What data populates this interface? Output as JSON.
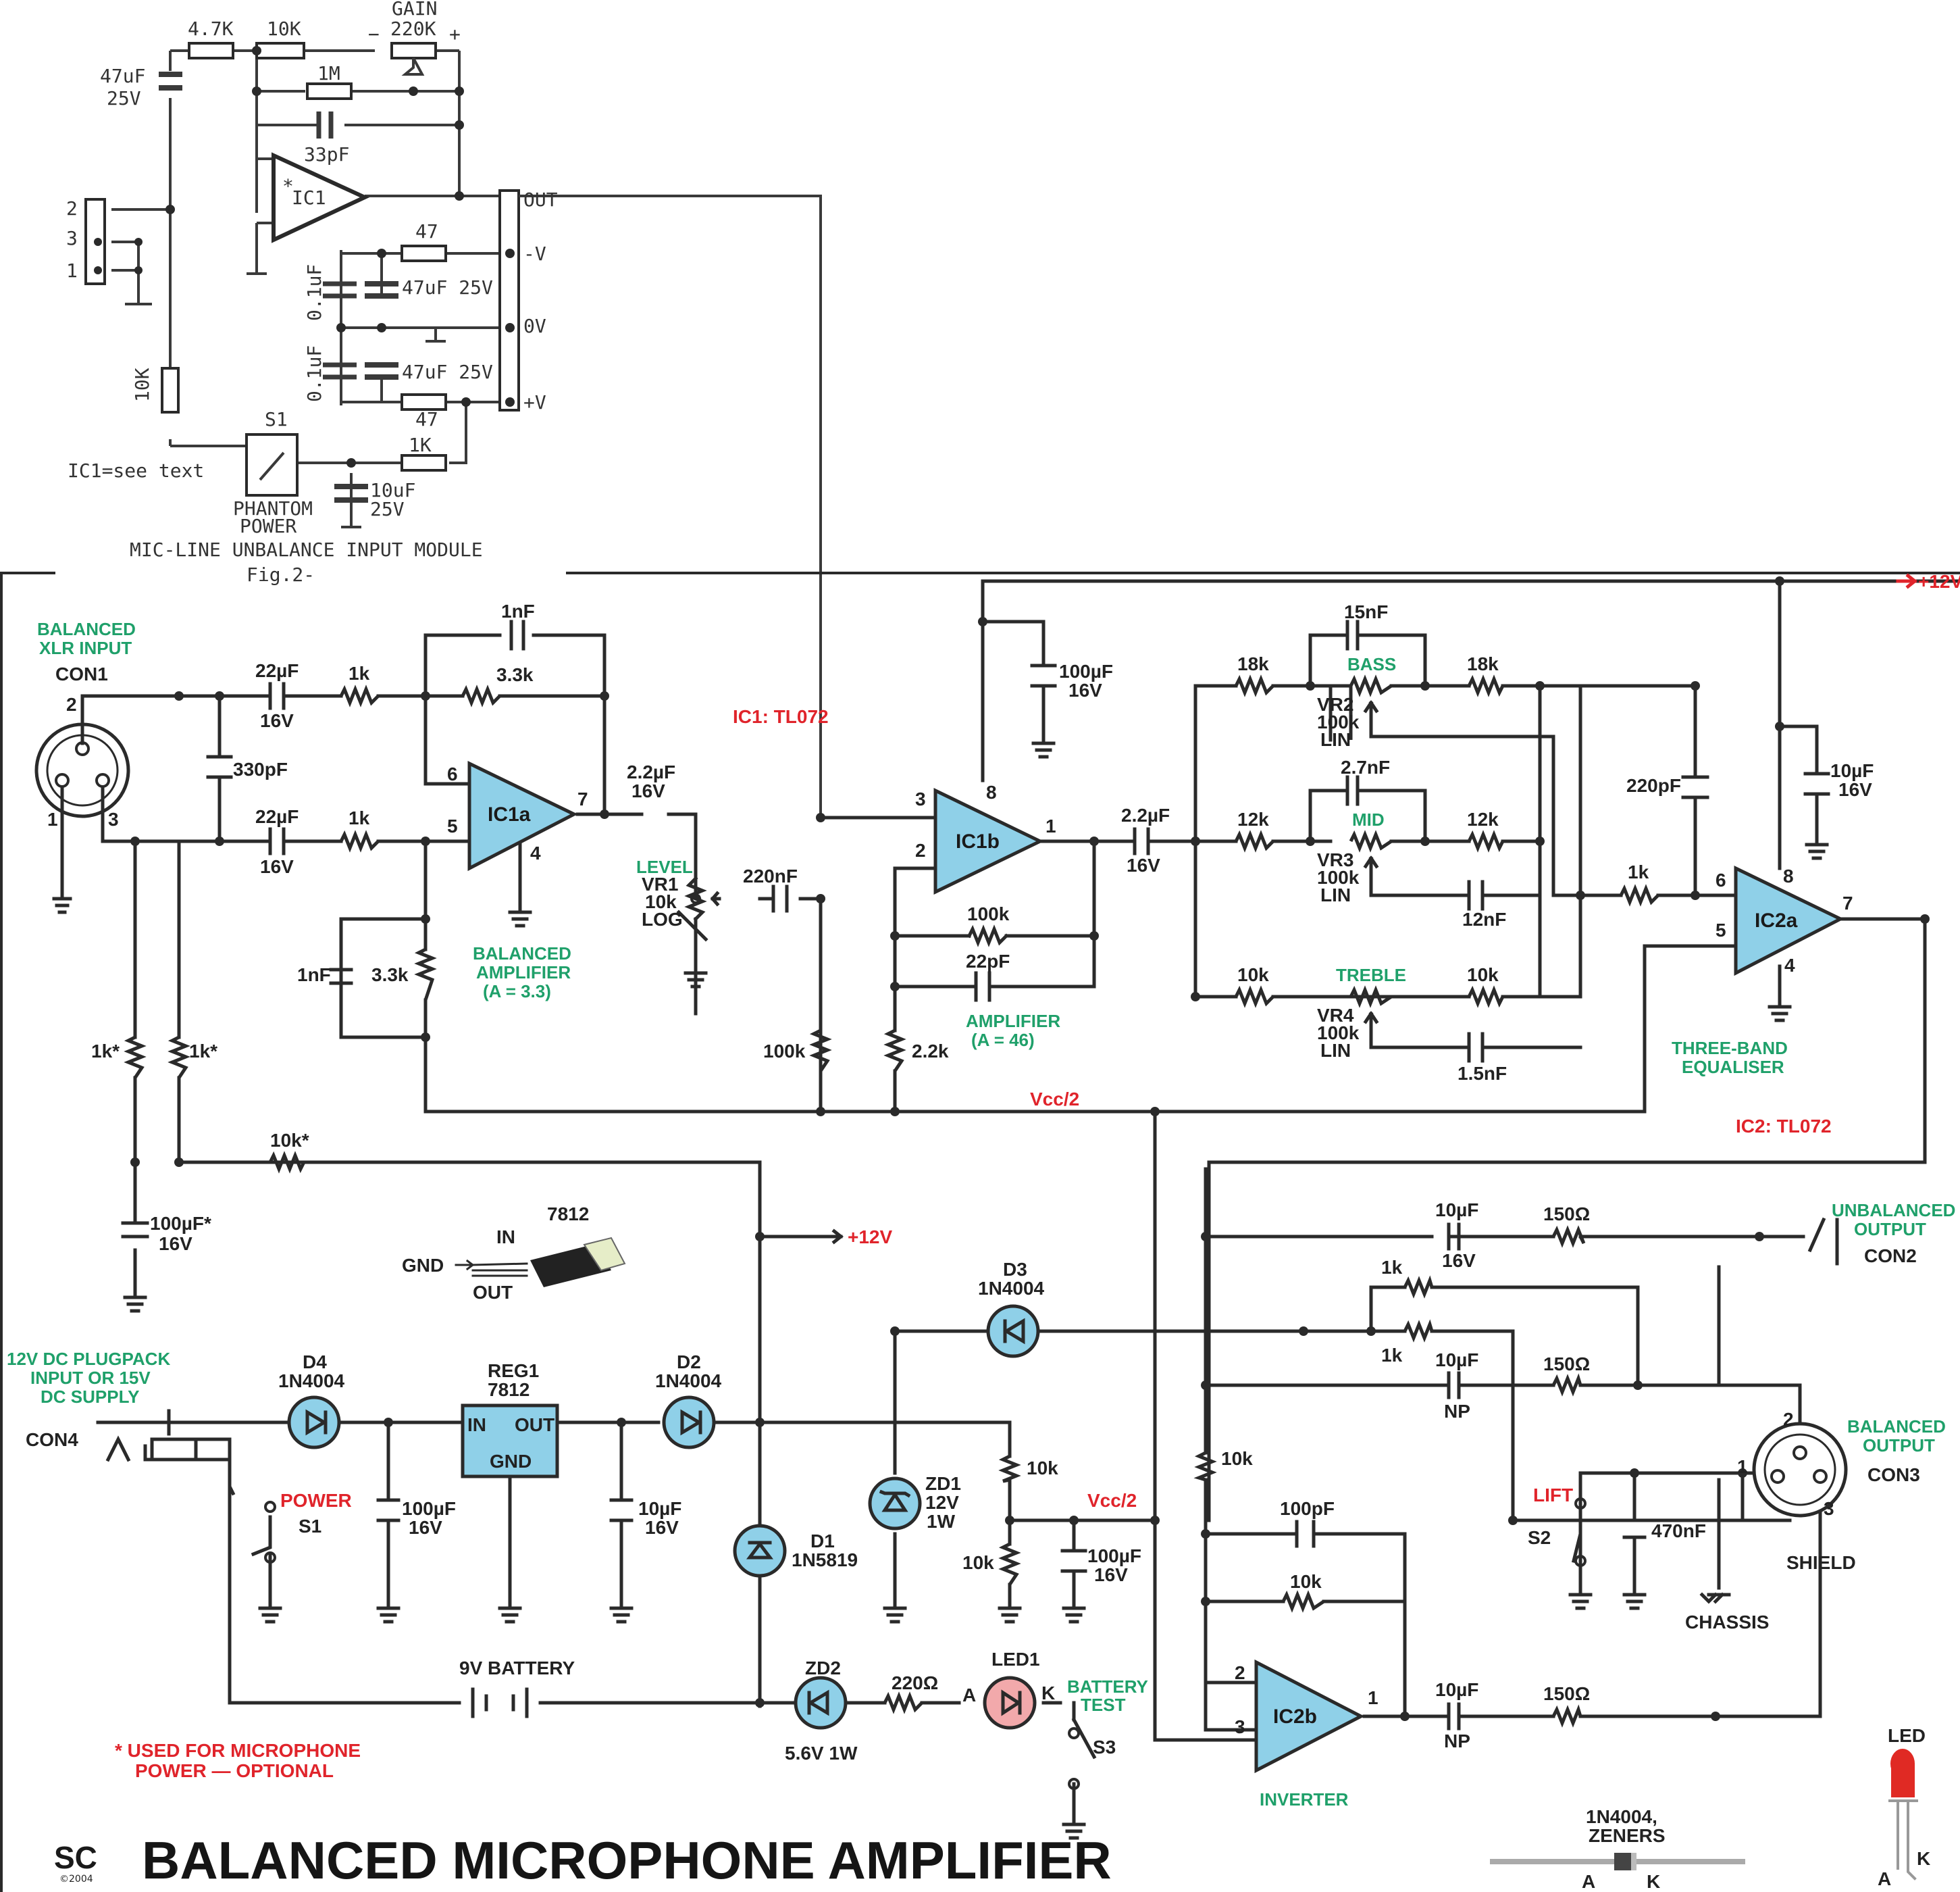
{
  "fig2": {
    "r_4k7": "4.7K",
    "r_10k_a": "10K",
    "gain_label": "GAIN",
    "gain_value": "220K",
    "c_in_value": "47uF",
    "c_in_voltage": "25V",
    "r_1m": "1M",
    "c_33pf": "33pF",
    "ic1": "IC1",
    "ic1_star": "*",
    "out": "OUT",
    "r_47a": "47",
    "neg_v": "-V",
    "c_47uf_a": "47uF 25V",
    "c_01uf_a": "0.1uF",
    "zero_v": "0V",
    "c_01uf_b": "0.1uF",
    "c_47uf_b": "47uF 25V",
    "r_47b": "47",
    "pos_v": "+V",
    "pin2": "2",
    "pin3": "3",
    "pin1": "1",
    "r_10k_b": "10K",
    "s1": "S1",
    "r_1k": "1K",
    "ic1_note": "IC1=see text",
    "phantom": "PHANTOM",
    "power": "POWER",
    "c_10uf": "10uF",
    "c_10uf_v": "25V",
    "caption": "MIC-LINE UNBALANCE INPUT MODULE",
    "fig": "Fig.2-",
    "plus": "+",
    "minus": "−"
  },
  "main": {
    "xlr_in_1": "BALANCED",
    "xlr_in_2": "XLR INPUT",
    "con1": "CON1",
    "xlr_p2": "2",
    "xlr_p1": "1",
    "xlr_p3": "3",
    "c22a": "22µF",
    "c22a_v": "16V",
    "c22b": "22µF",
    "c22b_v": "16V",
    "c330": "330pF",
    "r1ka": "1k",
    "r1kb": "1k",
    "c1nf_fb": "1nF",
    "r3k3_fb": "3.3k",
    "ic1a": "IC1a",
    "ic1a_p6": "6",
    "ic1a_p5": "5",
    "ic1a_p7": "7",
    "ic1a_p4": "4",
    "c1nf_b": "1nF",
    "r3k3_b": "3.3k",
    "bal_amp_1": "BALANCED",
    "bal_amp_2": "AMPLIFIER",
    "bal_amp_3": "(A = 3.3)",
    "c22uf_out": "2.2µF",
    "c22uf_out_v": "16V",
    "level": "LEVEL",
    "vr1": "VR1",
    "vr1_val": "10k",
    "vr1_log": "LOG",
    "c220nf": "220nF",
    "ic1_type": "IC1: TL072",
    "r1k_star_a": "1k*",
    "r1k_star_b": "1k*",
    "r100k": "100k",
    "r2k2": "2.2k",
    "r10k_star": "10k*",
    "c100uf_star": "100µF*",
    "c100uf_star_v": "16V",
    "ic1b": "IC1b",
    "ic1b_p3": "3",
    "ic1b_p2": "2",
    "ic1b_p8": "8",
    "ic1b_p1": "1",
    "c100uf_top": "100µF",
    "c100uf_top_v": "16V",
    "r100k_fb": "100k",
    "c22pf": "22pF",
    "amp_1": "AMPLIFIER",
    "amp_2": "(A = 46)",
    "vcc2": "Vcc/2",
    "c22uf_b": "2.2µF",
    "c22uf_b_v": "16V",
    "r18k_a": "18k",
    "r18k_b": "18k",
    "c15nf": "15nF",
    "bass": "BASS",
    "vr2": "VR2",
    "vr2_val": "100k",
    "vr2_lin": "LIN",
    "r12k_a": "12k",
    "r12k_b": "12k",
    "c27nf": "2.7nF",
    "mid": "MID",
    "vr3": "VR3",
    "vr3_val": "100k",
    "vr3_lin": "LIN",
    "c12nf": "12nF",
    "r10k_t_a": "10k",
    "r10k_t_b": "10k",
    "treble": "TREBLE",
    "vr4": "VR4",
    "vr4_val": "100k",
    "vr4_lin": "LIN",
    "c15nf_b": "1.5nF",
    "c220pf": "220pF",
    "c10uf_eq": "10µF",
    "c10uf_eq_v": "16V",
    "r1k_eq": "1k",
    "ic2a": "IC2a",
    "ic2a_p6": "6",
    "ic2a_p5": "5",
    "ic2a_p8": "8",
    "ic2a_p7": "7",
    "ic2a_p4": "4",
    "eq_1": "THREE-BAND",
    "eq_2": "EQUALISER",
    "ic2_type": "IC2: TL072",
    "plus12_top": "+12V",
    "reg_7812": "7812",
    "reg_in": "IN",
    "reg_gnd": "GND",
    "reg_out": "OUT",
    "plus12_mid": "+12V",
    "dc_1": "12V DC PLUGPACK",
    "dc_2": "INPUT OR 15V",
    "dc_3": "DC SUPPLY",
    "con4": "CON4",
    "d4": "D4",
    "d4_type": "1N4004",
    "reg1": "REG1",
    "reg1_type": "7812",
    "reg1_in": "IN",
    "reg1_out": "OUT",
    "reg1_gnd": "GND",
    "d2": "D2",
    "d2_type": "1N4004",
    "d3": "D3",
    "d3_type": "1N4004",
    "power": "POWER",
    "s1": "S1",
    "c100uf_p": "100µF",
    "c100uf_p_v": "16V",
    "c10uf_p": "10µF",
    "c10uf_p_v": "16V",
    "zd1": "ZD1",
    "zd1_v": "12V",
    "zd1_w": "1W",
    "d1": "D1",
    "d1_type": "1N5819",
    "r10k_d1": "10k",
    "r10k_d2": "10k",
    "vcc2_b": "Vcc/2",
    "c100uf_v2": "100µF",
    "c100uf_v2_v": "16V",
    "battery": "9V BATTERY",
    "zd2": "ZD2",
    "zd2_type": "5.6V 1W",
    "r220": "220Ω",
    "led1": "LED1",
    "led_a": "A",
    "led_k": "K",
    "batt_test_1": "BATTERY",
    "batt_test_2": "TEST",
    "s3": "S3",
    "used_1": "* USED FOR MICROPHONE",
    "used_2": "POWER — OPTIONAL",
    "c10uf_o": "10µF",
    "c10uf_o_v": "16V",
    "r150_a": "150Ω",
    "unbal_1": "UNBALANCED",
    "unbal_2": "OUTPUT",
    "con2": "CON2",
    "r1k_o_a": "1k",
    "r1k_o_b": "1k",
    "c10uf_np": "10µF",
    "np": "NP",
    "r150_b": "150Ω",
    "r10k_inv": "10k",
    "c100pf": "100pF",
    "r10k_inv_fb": "10k",
    "ic2b": "IC2b",
    "ic2b_p2": "2",
    "ic2b_p3": "3",
    "ic2b_p1": "1",
    "inverter": "INVERTER",
    "c10uf_np2": "10µF",
    "np2": "NP",
    "r150_c": "150Ω",
    "lift": "LIFT",
    "s2": "S2",
    "c470nf": "470nF",
    "chassis": "CHASSIS",
    "shield": "SHIELD",
    "bal_out_1": "BALANCED",
    "bal_out_2": "OUTPUT",
    "con3": "CON3",
    "xo_p1": "1",
    "xo_p2": "2",
    "xo_p3": "3",
    "led_leg": "LED",
    "led_leg_a": "A",
    "led_leg_k": "K",
    "diode_leg_1": "1N4004,",
    "diode_leg_2": "ZENERS",
    "diode_leg_a": "A",
    "diode_leg_k": "K",
    "sc_logo": "SC",
    "sc_year": "©2004",
    "title": "BALANCED MICROPHONE AMPLIFIER",
    "pm": "+"
  }
}
